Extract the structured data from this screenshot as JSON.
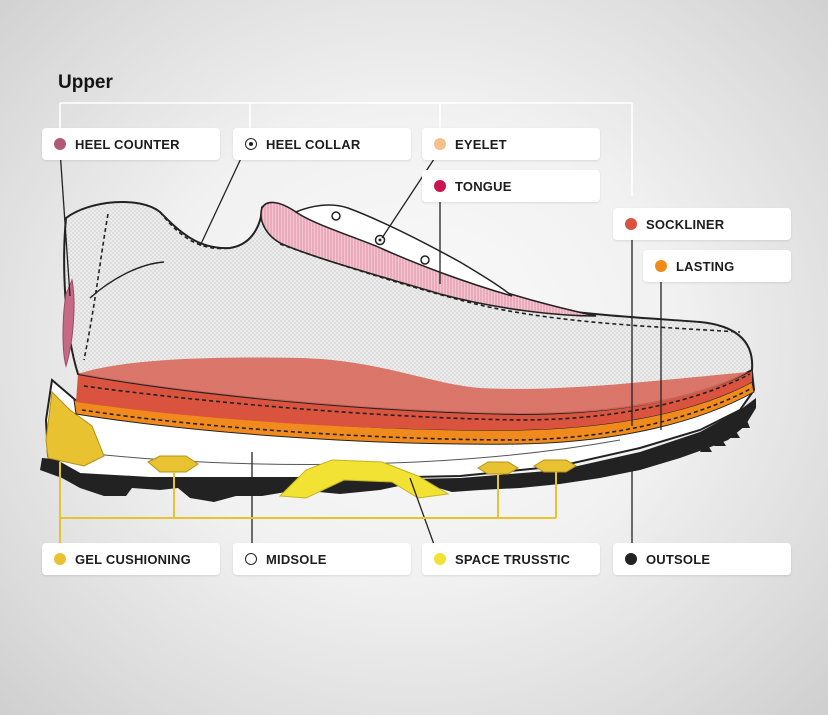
{
  "title": "Upper",
  "labels": {
    "heel_counter": "HEEL COUNTER",
    "heel_collar": "HEEL COLLAR",
    "eyelet": "EYELET",
    "tongue": "TONGUE",
    "sockliner": "SOCKLINER",
    "lasting": "LASTING",
    "gel_cushioning": "GEL CUSHIONING",
    "midsole": "MIDSOLE",
    "space_trusstic": "SPACE TRUSSTIC",
    "outsole": "OUTSOLE"
  },
  "colors": {
    "heel_counter": "#b05a74",
    "eyelet": "#f5c08a",
    "tongue": "#cc1450",
    "sockliner": "#d9533f",
    "lasting": "#f08a1c",
    "gel_cushioning": "#e8c230",
    "space_trusstic": "#f2e233",
    "outsole": "#222222",
    "sockliner_fill": "#d96a5c",
    "midsole_fill": "#ffffff"
  },
  "icons": {
    "heel_collar": "ring-with-center-dot",
    "midsole": "hollow-ring"
  }
}
